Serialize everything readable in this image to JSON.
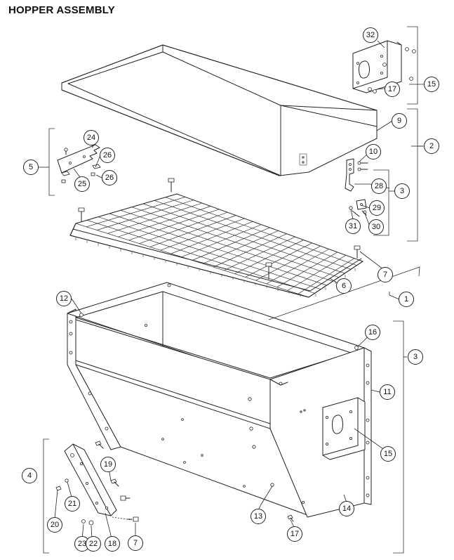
{
  "title": "HOPPER ASSEMBLY",
  "callouts": {
    "c1": "1",
    "c2": "2",
    "c3a": "3",
    "c3b": "3",
    "c4": "4",
    "c5": "5",
    "c6": "6",
    "c7a": "7",
    "c7b": "7",
    "c9": "9",
    "c10": "10",
    "c11": "11",
    "c12": "12",
    "c13": "13",
    "c14": "14",
    "c15a": "15",
    "c15b": "15",
    "c16": "16",
    "c17a": "17",
    "c17b": "17",
    "c18": "18",
    "c19": "19",
    "c20": "20",
    "c21": "21",
    "c22": "22",
    "c23": "23",
    "c24": "24",
    "c25": "25",
    "c26a": "26",
    "c26b": "26",
    "c28": "28",
    "c29": "29",
    "c30": "30",
    "c31": "31",
    "c32": "32"
  }
}
